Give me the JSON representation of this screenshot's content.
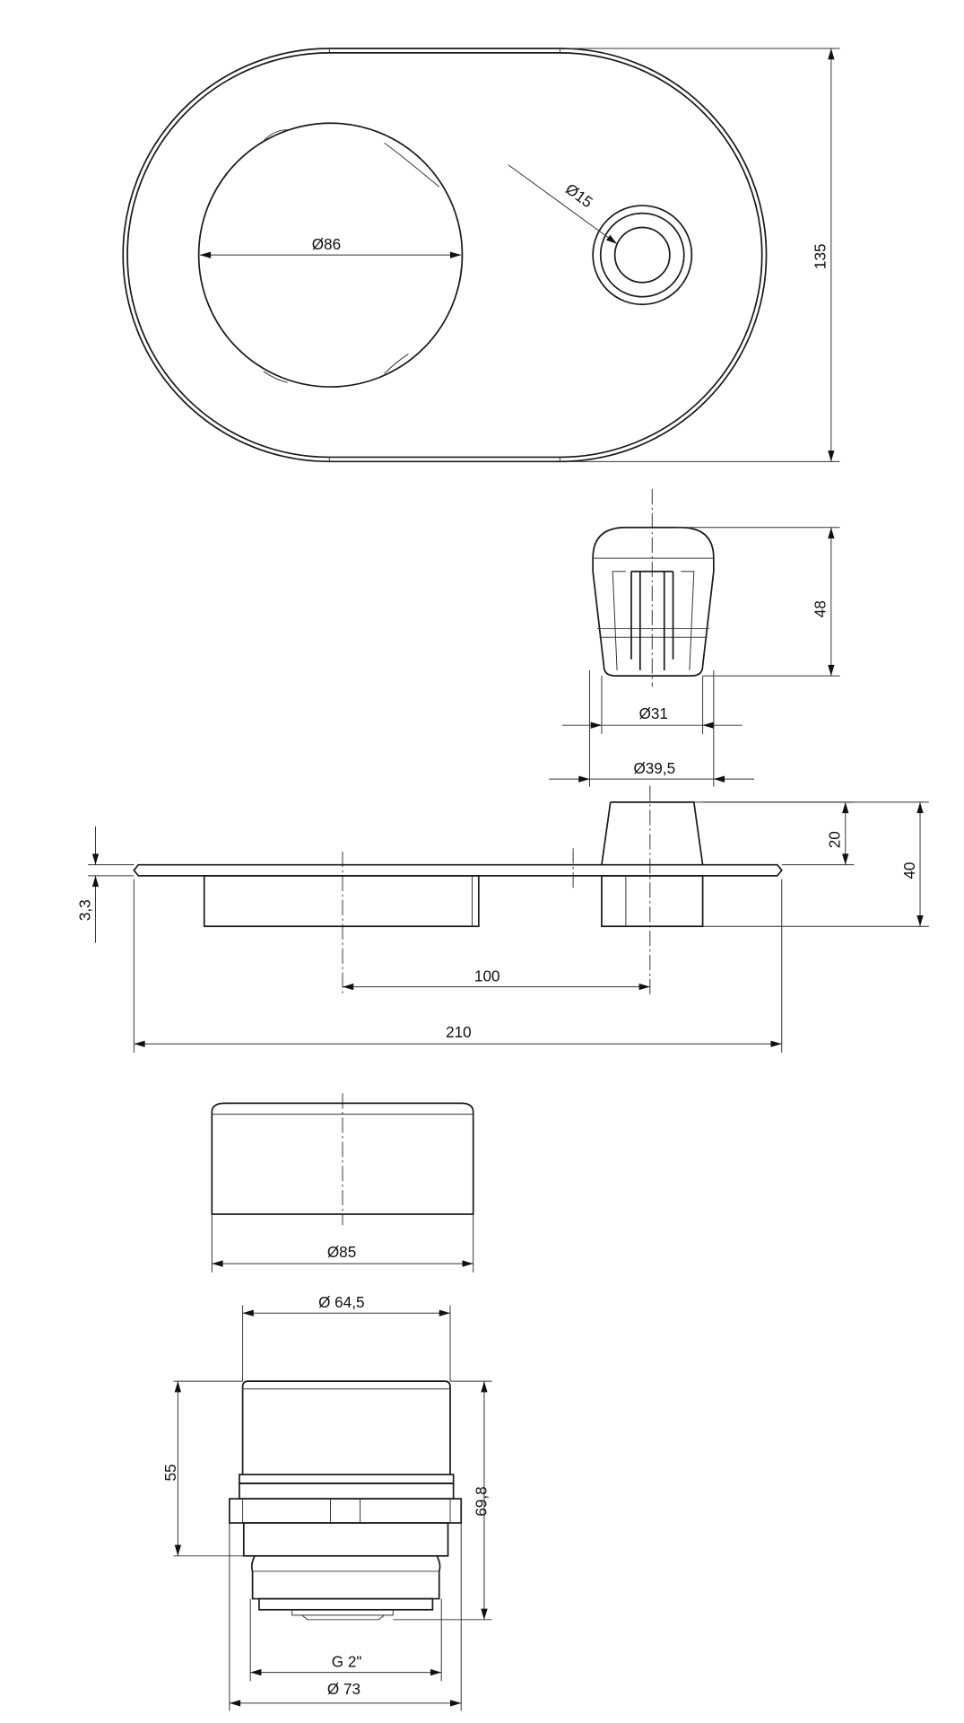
{
  "drawing": {
    "top_view": {
      "diameter_large": "Ø86",
      "diameter_small": "Ø15",
      "height": "135"
    },
    "knob_view": {
      "height": "48",
      "diameter_inner": "Ø31",
      "diameter_outer": "Ø39,5"
    },
    "section_view": {
      "plate_thickness": "3,3",
      "knob_height": "20",
      "total_height": "40",
      "center_distance": "100",
      "total_length": "210"
    },
    "cap_view": {
      "diameter": "Ø85"
    },
    "drain_view": {
      "top_diameter": "Ø 64,5",
      "height": "55",
      "total_height": "69,8",
      "thread": "G 2\"",
      "flange_diameter": "Ø 73"
    }
  }
}
